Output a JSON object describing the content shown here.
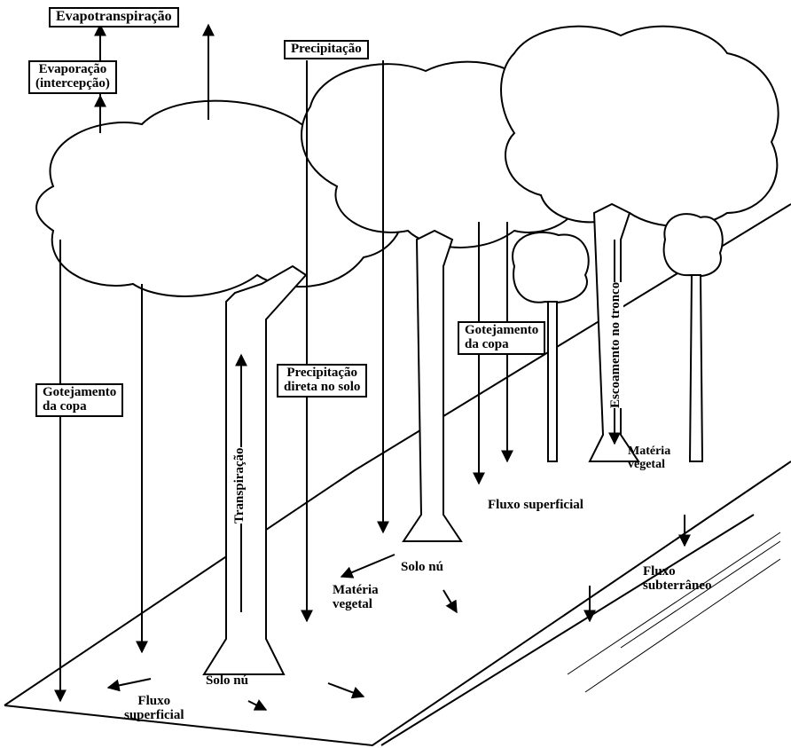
{
  "labels": {
    "evapotranspiracao": "Evapotranspiração",
    "evaporacao_line1": "Evaporação",
    "evaporacao_line2": "(intercepção)",
    "precipitacao": "Precipitação",
    "gotejamento_left_line1": "Gotejamento",
    "gotejamento_left_line2": "da copa",
    "transpiracao": "Transpiração",
    "precip_direta_line1": "Precipitação",
    "precip_direta_line2": "direta no solo",
    "gotejamento_right_line1": "Gotejamento",
    "gotejamento_right_line2": "da copa",
    "escoamento": "Escoamento no tronco",
    "materia_right_line1": "Matéria",
    "materia_right_line2": "vegetal",
    "fluxo_sup_right": "Fluxo superficial",
    "solo_nu_mid": "Solo nú",
    "materia_mid_line1": "Matéria",
    "materia_mid_line2": "vegetal",
    "fluxo_subterraneo_line1": "Fluxo",
    "fluxo_subterraneo_line2": "subterrâneo",
    "solo_nu_bottom": "Solo nú",
    "fluxo_sup_left_line1": "Fluxo",
    "fluxo_sup_left_line2": "superficial"
  },
  "colors": {
    "ink": "#000000",
    "paper": "#ffffff"
  }
}
